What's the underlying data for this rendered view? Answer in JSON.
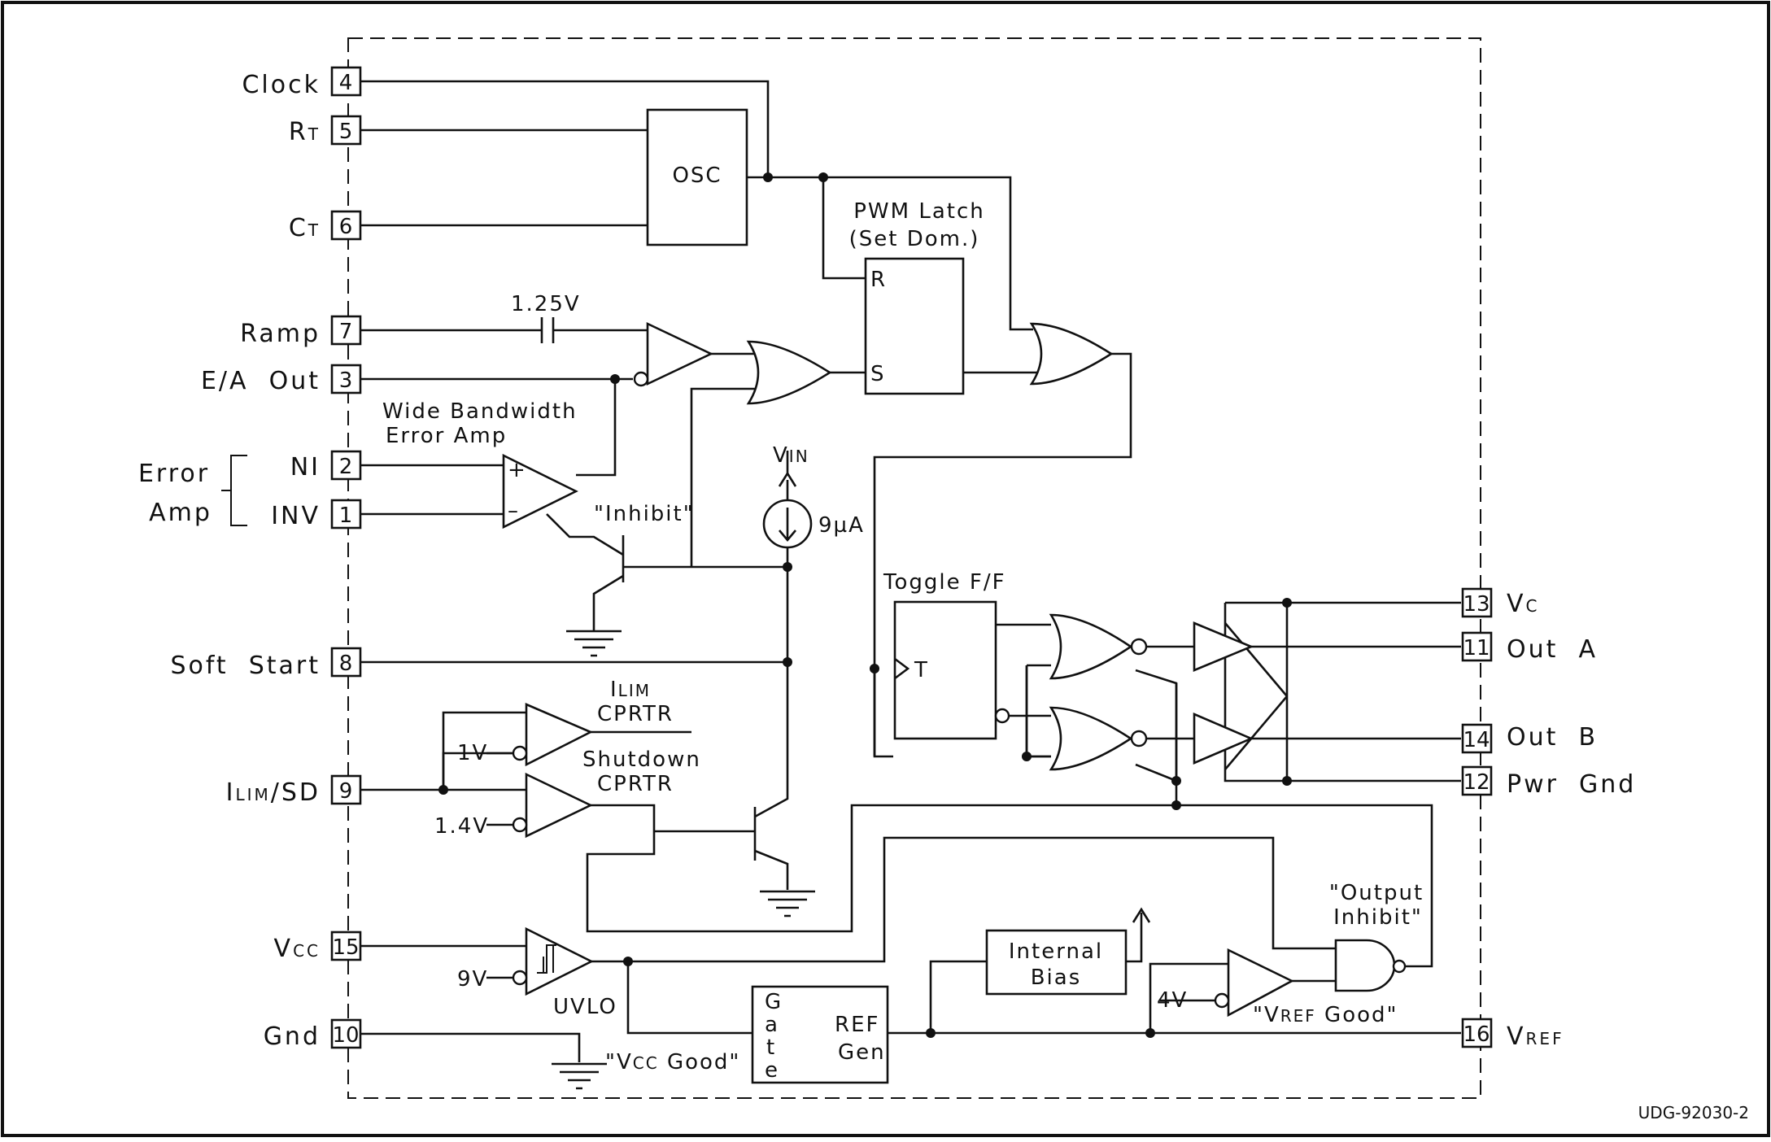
{
  "pins": {
    "clock": {
      "name": "Clock",
      "num": "4"
    },
    "rt": {
      "name": "R",
      "sub": "T",
      "num": "5"
    },
    "ct": {
      "name": "C",
      "sub": "T",
      "num": "6"
    },
    "ramp": {
      "name": "Ramp",
      "num": "7"
    },
    "ea_out": {
      "name": "E/A  Out",
      "num": "3"
    },
    "ni": {
      "name": "NI",
      "num": "2"
    },
    "inv": {
      "name": "INV",
      "num": "1"
    },
    "soft_start": {
      "name": "Soft  Start",
      "num": "8"
    },
    "ilim_sd": {
      "pre": "I",
      "sub": "LIM",
      "post": "/SD",
      "num": "9"
    },
    "vcc": {
      "name": "V",
      "sub": "CC",
      "num": "15"
    },
    "gnd": {
      "name": "Gnd",
      "num": "10"
    },
    "vc": {
      "name": "V",
      "sub": "C",
      "num": "13"
    },
    "out_a": {
      "name": "Out  A",
      "num": "11"
    },
    "out_b": {
      "name": "Out  B",
      "num": "14"
    },
    "pwr_gnd": {
      "name": "Pwr  Gnd",
      "num": "12"
    },
    "vref": {
      "name": "V",
      "sub": "REF",
      "num": "16"
    }
  },
  "labels": {
    "error_amp_line1": "Error",
    "error_amp_line2": "Amp",
    "osc": "OSC",
    "pwm_latch_line1": "PWM  Latch",
    "pwm_latch_line2": "(Set  Dom.)",
    "latch_r": "R",
    "latch_s": "S",
    "ramp_offset": "1.25V",
    "wide_bw_line1": "Wide  Bandwidth",
    "wide_bw_line2": "Error  Amp",
    "plus": "+",
    "minus": "–",
    "inhibit": "\"Inhibit\"",
    "vin": "V",
    "vin_sub": "IN",
    "current_9ua": "9µA",
    "toggle_ff": "Toggle  F/F",
    "toggle_t": "T",
    "ilim_pre": "I",
    "ilim_sub": "LIM",
    "cprtr": "CPRTR",
    "shutdown_line1": "Shutdown",
    "shutdown_line2": "CPRTR",
    "v_1v": "1V",
    "v_1_4v": "1.4V",
    "v_9v": "9V",
    "uvlo": "UVLO",
    "internal_bias_line1": "Internal",
    "internal_bias_line2": "Bias",
    "output_inhibit_line1": "\"Output",
    "output_inhibit_line2": "Inhibit\"",
    "v_4v": "4V",
    "vref_good_pre": "\"V",
    "vref_good_sub": "REF",
    "vref_good_post": " Good\"",
    "vcc_good_pre": "\"V",
    "vcc_good_sub": "CC",
    "vcc_good_post": " Good\"",
    "gate_g": "G",
    "gate_a": "a",
    "gate_t": "t",
    "gate_e": "e",
    "ref_gen_line1": "REF",
    "ref_gen_line2": "Gen",
    "figure_id": "UDG-92030-2"
  }
}
